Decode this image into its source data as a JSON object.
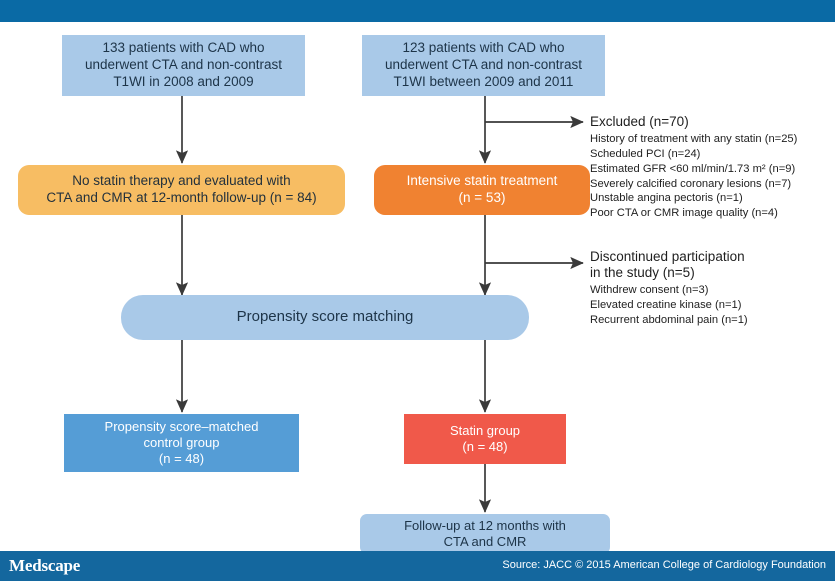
{
  "header": {
    "bar_color": "#0a6aa5"
  },
  "footer": {
    "logo": "Medscape",
    "source": "Source: JACC © 2015 American College of Cardiology Foundation",
    "bar_color": "#14679e"
  },
  "colors": {
    "light_blue": "#a9c9e8",
    "orange_light": "#f7bd63",
    "orange_dark": "#f08231",
    "blue_mid": "#559dd6",
    "red": "#f0594a",
    "text_dark": "#1d3448",
    "arrow": "#3a3a3a"
  },
  "nodes": {
    "cohort_left": "133 patients with CAD who\nunderwent CTA and non-contrast\nT1WI in 2008 and 2009",
    "cohort_right": "123 patients with CAD who\nunderwent CTA and non-contrast\nT1WI between 2009 and 2011",
    "no_statin": "No statin therapy and evaluated with\nCTA and CMR at 12-month follow-up (n = 84)",
    "intensive_statin": "Intensive statin treatment\n(n = 53)",
    "propensity": "Propensity score matching",
    "control_group": "Propensity score–matched\ncontrol group\n(n = 48)",
    "statin_group": "Statin group\n(n = 48)",
    "followup": "Follow-up at 12 months with\nCTA and CMR"
  },
  "annotations": {
    "excluded": {
      "title": "Excluded (n=70)",
      "items": [
        "History of treatment with any statin (n=25)",
        "Scheduled PCI (n=24)",
        "Estimated GFR <60 ml/min/1.73 m² (n=9)",
        "Severely calcified coronary lesions (n=7)",
        "Unstable angina pectoris (n=1)",
        "Poor CTA or CMR image quality (n=4)"
      ]
    },
    "discontinued": {
      "title": "Discontinued participation\nin the study (n=5)",
      "items": [
        "Withdrew consent (n=3)",
        "Elevated creatine kinase (n=1)",
        "Recurrent abdominal pain (n=1)"
      ]
    }
  }
}
